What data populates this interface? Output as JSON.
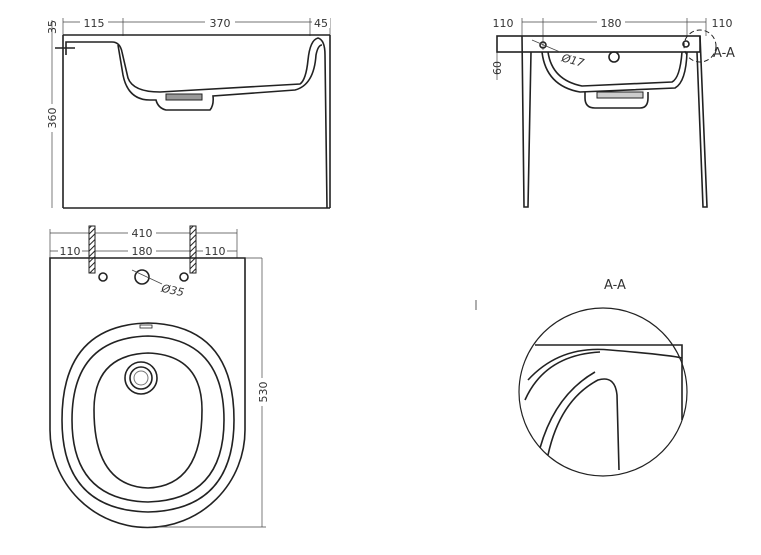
{
  "front_view": {
    "dims": {
      "left": "115",
      "middle": "370",
      "right": "45",
      "top_thickness": "35",
      "height": "360"
    }
  },
  "side_view": {
    "dims": {
      "left": "110",
      "middle": "180",
      "right": "110",
      "slab_thickness": "60",
      "hole_diameter": "Ø17"
    },
    "section_label": "A-A"
  },
  "top_view": {
    "dims": {
      "overall_width": "410",
      "left": "110",
      "middle": "180",
      "right": "110",
      "depth": "530",
      "hole_diameter": "Ø35"
    }
  },
  "detail_view": {
    "title": "A-A"
  }
}
